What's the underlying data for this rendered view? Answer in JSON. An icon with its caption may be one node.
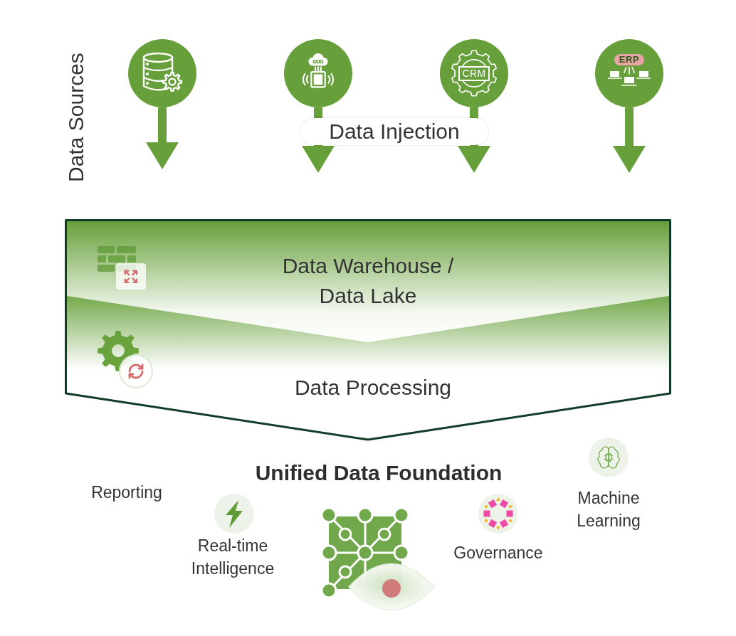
{
  "diagram": {
    "nodes": [
      {
        "text": [],
        "shape": "circle"
      },
      {
        "text": [],
        "shape": "circle"
      },
      {
        "text": [
          "CRM"
        ]
      },
      {
        "text": [
          "ERP"
        ]
      },
      {
        "text": [
          "Data Processing"
        ]
      },
      {
        "text": [
          "Data Warehouse / Data Lake"
        ],
        "in": 4
      }
    ],
    "edges": [
      {
        "from": 0,
        "to": null,
        "arrow": "to"
      },
      {
        "from": 1,
        "to": null,
        "arrow": "to"
      },
      {
        "from": 2,
        "to": null,
        "arrow": "to"
      },
      {
        "from": 3,
        "to": null,
        "arrow": "to"
      }
    ],
    "labels": [
      "Data Sources",
      "Data Injection",
      "Unified Data Foundation",
      "Reporting",
      "Machine Learning",
      "Real-time Intelligence",
      "Governance"
    ]
  }
}
